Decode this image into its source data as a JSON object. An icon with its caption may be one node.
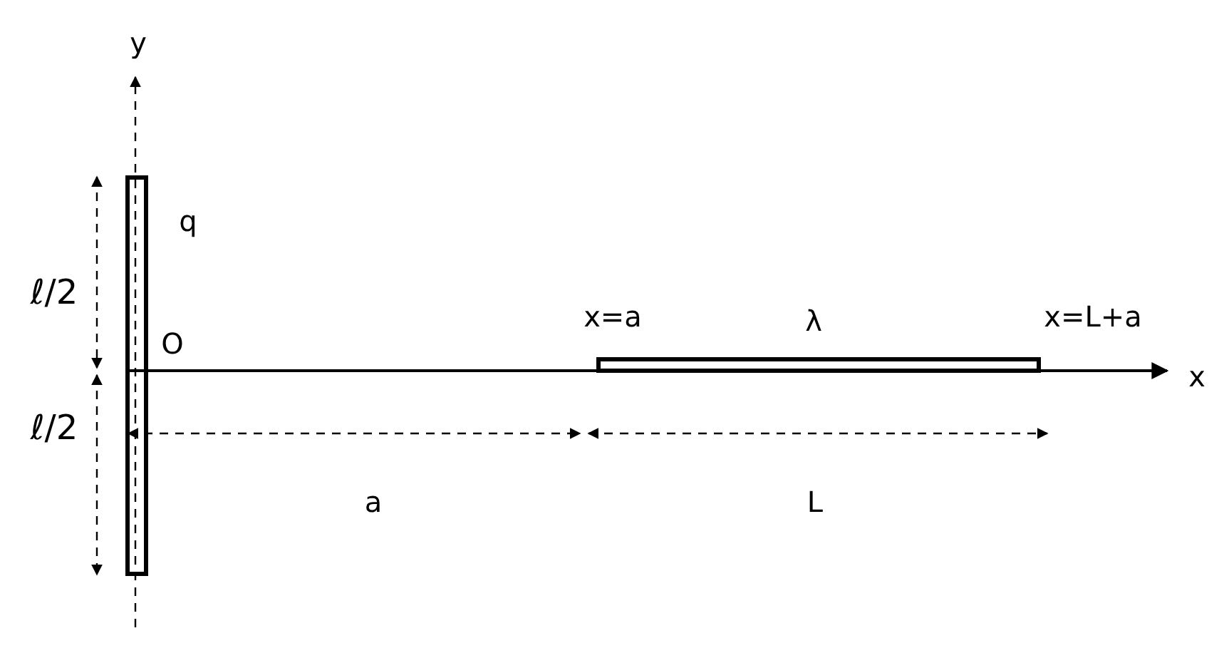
{
  "diagram": {
    "nodes": [
      {
        "text": [],
        "shape": "bar"
      },
      {
        "text": [],
        "shape": "bar"
      }
    ],
    "labels": [
      "y",
      "q",
      "ℓ/2",
      "x=a",
      "λ",
      "x=L+a",
      "O",
      "x",
      "ℓ/2",
      "a",
      "L"
    ]
  }
}
